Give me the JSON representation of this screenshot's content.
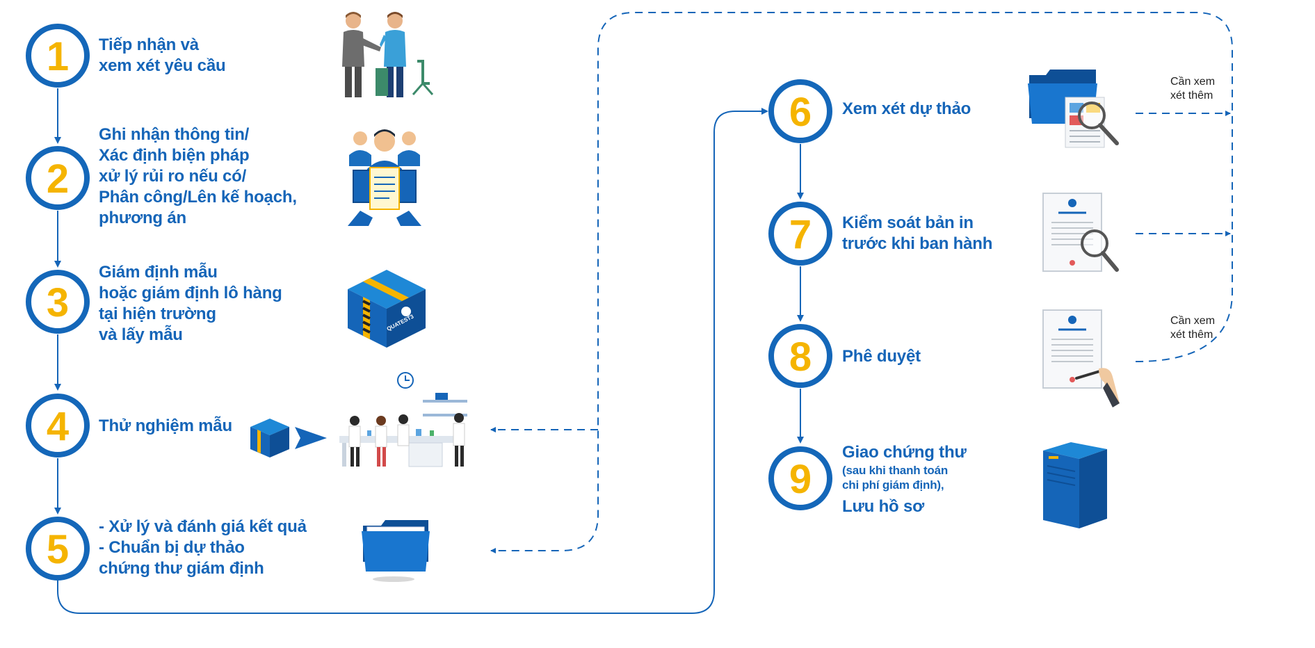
{
  "colors": {
    "primary_blue": "#1565b8",
    "number_yellow": "#f5b400",
    "ring_blue": "#1467b9"
  },
  "steps": [
    {
      "number": "1",
      "lines": [
        "Tiếp nhận và",
        "xem xét yêu cầu"
      ],
      "icon": "handshake-icon"
    },
    {
      "number": "2",
      "lines": [
        "Ghi nhận thông tin/",
        "Xác định biện pháp",
        "xử lý rủi ro nếu có/",
        "Phân công/Lên kế hoạch,",
        "phương án"
      ],
      "icon": "team-checklist-icon"
    },
    {
      "number": "3",
      "lines": [
        "Giám định mẫu",
        "hoặc giám định lô hàng",
        "tại hiện trường",
        "và lấy mẫu"
      ],
      "icon": "sample-box-icon"
    },
    {
      "number": "4",
      "lines": [
        "Thử nghiệm mẫu"
      ],
      "icon": "laboratory-icon"
    },
    {
      "number": "5",
      "lines": [
        "- Xử lý và đánh giá kết quả",
        "- Chuẩn bị dự thảo",
        "chứng thư giám định"
      ],
      "icon": "folder-icon"
    },
    {
      "number": "6",
      "lines": [
        "Xem xét dự thảo"
      ],
      "icon": "folder-magnifier-icon"
    },
    {
      "number": "7",
      "lines": [
        "Kiểm soát bản in",
        "trước khi ban hành"
      ],
      "icon": "certificate-magnifier-icon"
    },
    {
      "number": "8",
      "lines": [
        "Phê duyệt"
      ],
      "icon": "certificate-signing-icon"
    },
    {
      "number": "9",
      "title": "Giao chứng thư",
      "note_lines": [
        "(sau khi thanh toán",
        "chi phí giám định),"
      ],
      "footer": "Lưu hồ sơ",
      "icon": "archive-cabinet-icon"
    }
  ],
  "notes": [
    {
      "lines": [
        "Cần xem",
        "xét thêm"
      ]
    },
    {
      "lines": [
        "Cần xem",
        "xét thêm"
      ]
    }
  ],
  "brand": {
    "box_label": "QUATEST3"
  }
}
